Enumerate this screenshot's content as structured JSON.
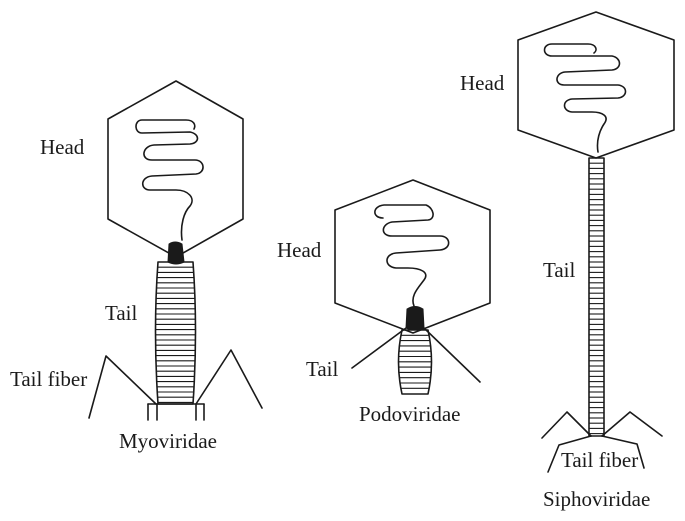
{
  "phages": [
    {
      "name": "Myoviridae",
      "labels": {
        "head": "Head",
        "tail": "Tail",
        "fiber": "Tail fiber"
      }
    },
    {
      "name": "Podoviridae",
      "labels": {
        "head": "Head",
        "tail": "Tail"
      }
    },
    {
      "name": "Siphoviridae",
      "labels": {
        "head": "Head",
        "tail": "Tail",
        "fiber": "Tail fiber"
      }
    }
  ]
}
